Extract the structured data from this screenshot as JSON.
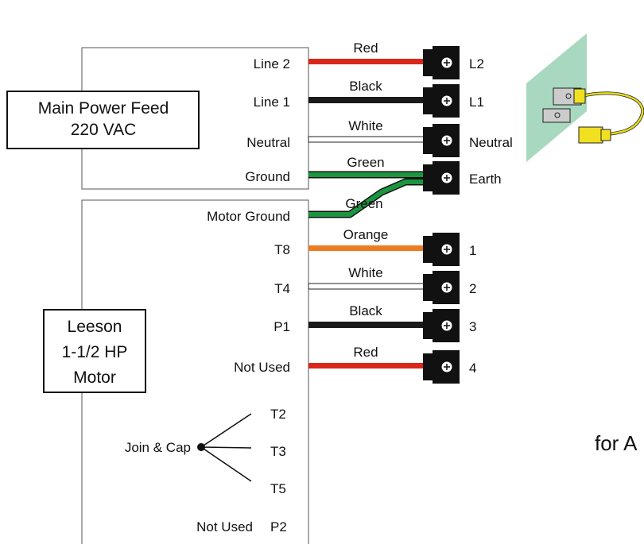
{
  "power_box": {
    "title_line1": "Main Power Feed",
    "title_line2": "220 VAC"
  },
  "motor_box": {
    "title_line1": "Leeson",
    "title_line2": "1-1/2 HP",
    "title_line3": "Motor"
  },
  "power_lines": [
    {
      "label": "Line 2",
      "wire": "Red",
      "color": "#d9271b",
      "terminal": "L2"
    },
    {
      "label": "Line 1",
      "wire": "Black",
      "color": "#1a1a1a",
      "terminal": "L1"
    },
    {
      "label": "Neutral",
      "wire": "White",
      "color": "#ffffff",
      "terminal": "Neutral"
    },
    {
      "label": "Ground",
      "wire": "Green",
      "color": "#1a9640",
      "terminal": "Earth"
    }
  ],
  "motor_ground": {
    "label": "Motor Ground",
    "wire": "Green",
    "color": "#1a9640"
  },
  "motor_lines": [
    {
      "label": "T8",
      "wire": "Orange",
      "color": "#ec7c22",
      "terminal": "1"
    },
    {
      "label": "T4",
      "wire": "White",
      "color": "#ffffff",
      "terminal": "2"
    },
    {
      "label": "P1",
      "wire": "Black",
      "color": "#1a1a1a",
      "terminal": "3"
    },
    {
      "label": "Not Used",
      "wire": "Red",
      "color": "#d9271b",
      "terminal": "4"
    }
  ],
  "capped": {
    "label": "Join & Cap",
    "leads": [
      "T2",
      "T3",
      "T5"
    ]
  },
  "unused": {
    "label": "Not Used",
    "lead": "P2"
  },
  "cut_text": "for A",
  "colors": {
    "panel": "#a8d8bf",
    "cable": "#e6da1e",
    "terminal_block": "#111111"
  }
}
